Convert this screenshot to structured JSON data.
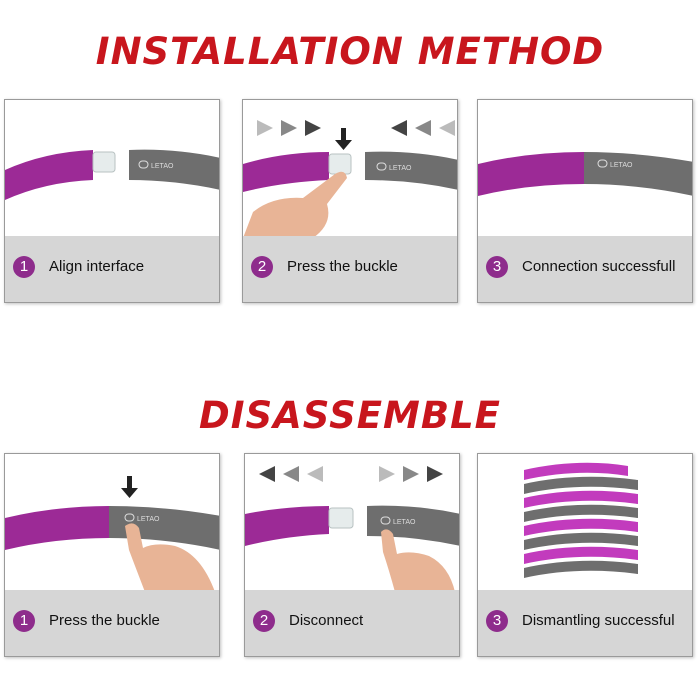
{
  "installation": {
    "title": "INSTALLATION METHOD",
    "steps": [
      {
        "number": "1",
        "label": "Align interface"
      },
      {
        "number": "2",
        "label": "Press the buckle"
      },
      {
        "number": "3",
        "label": "Connection successfull"
      }
    ]
  },
  "disassemble": {
    "title": "DISASSEMBLE",
    "steps": [
      {
        "number": "1",
        "label": "Press the buckle"
      },
      {
        "number": "2",
        "label": "Disconnect"
      },
      {
        "number": "3",
        "label": "Dismantling successful"
      }
    ]
  },
  "brand_label": "LETAO",
  "colors": {
    "title_red": "#c8161d",
    "tube_purple": "#9c2a96",
    "tube_grey": "#6e6e6e",
    "step_circle": "#8e2c8c",
    "caption_bar": "#d6d6d6"
  },
  "icons": {
    "arrow_right": "triangle-right-icon",
    "arrow_left": "triangle-left-icon",
    "arrow_down": "arrow-down-icon"
  }
}
